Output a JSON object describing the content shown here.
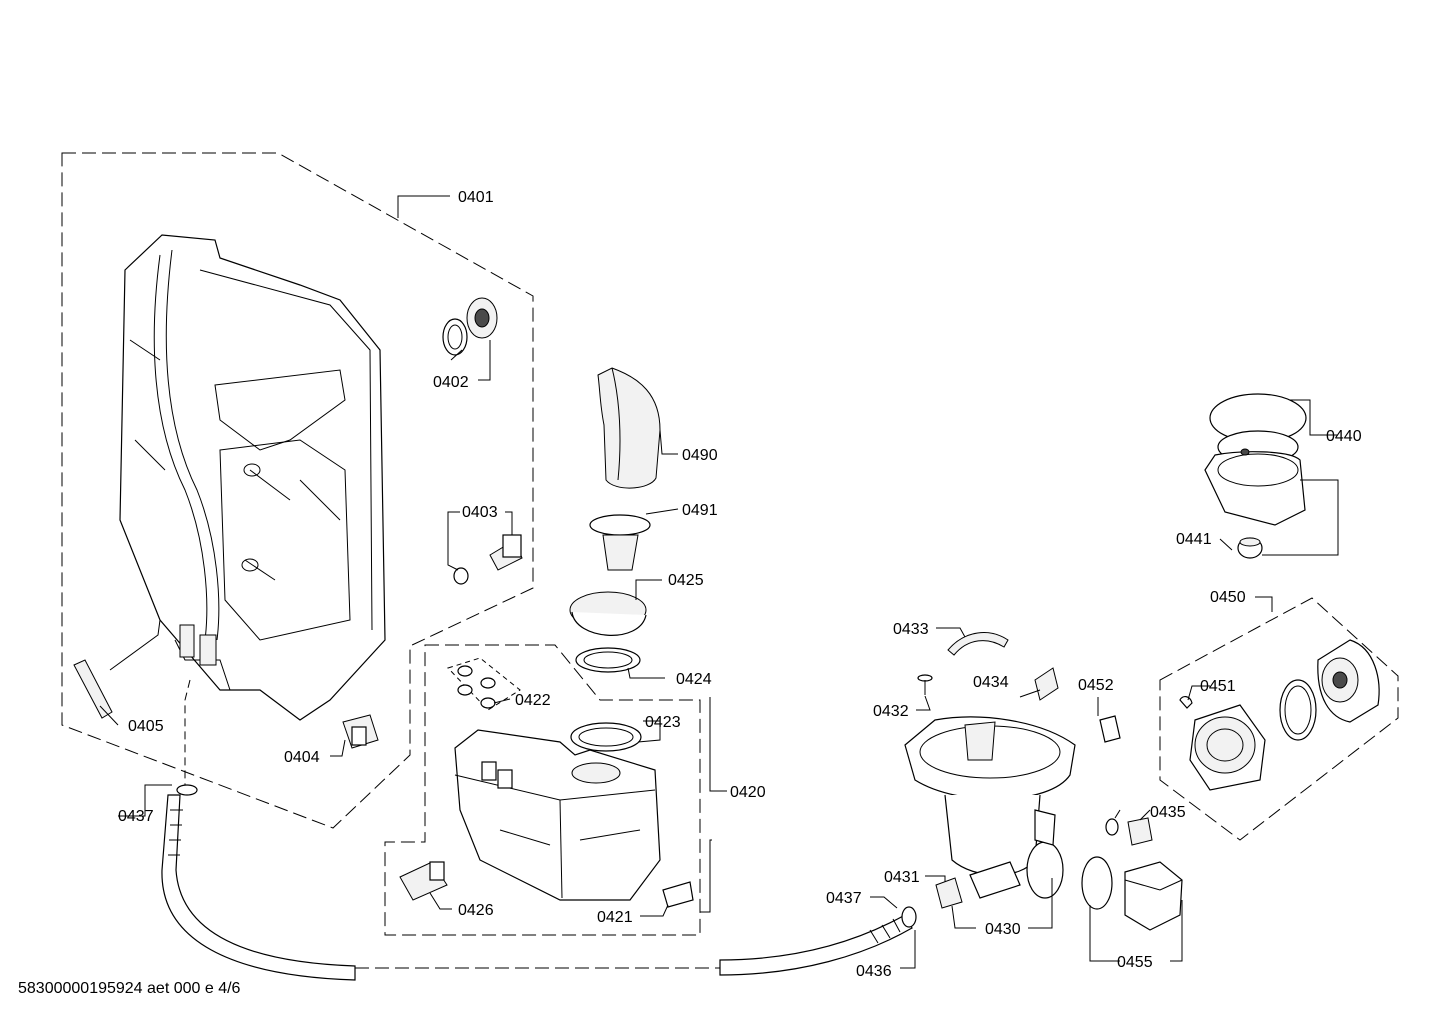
{
  "labels": {
    "p0401": "0401",
    "p0402": "0402",
    "p0403": "0403",
    "p0404": "0404",
    "p0405": "0405",
    "p0490": "0490",
    "p0491": "0491",
    "p0425": "0425",
    "p0424": "0424",
    "p0422": "0422",
    "p0423": "0423",
    "p0420": "0420",
    "p0426": "0426",
    "p0421": "0421",
    "p0437a": "0437",
    "p0437b": "0437",
    "p0436": "0436",
    "p0431": "0431",
    "p0430": "0430",
    "p0433": "0433",
    "p0432": "0432",
    "p0434": "0434",
    "p0452": "0452",
    "p0435": "0435",
    "p0455": "0455",
    "p0440": "0440",
    "p0441": "0441",
    "p0450": "0450",
    "p0451": "0451"
  },
  "footer": {
    "code": "58300000195924 aet 000 e 4/6"
  }
}
